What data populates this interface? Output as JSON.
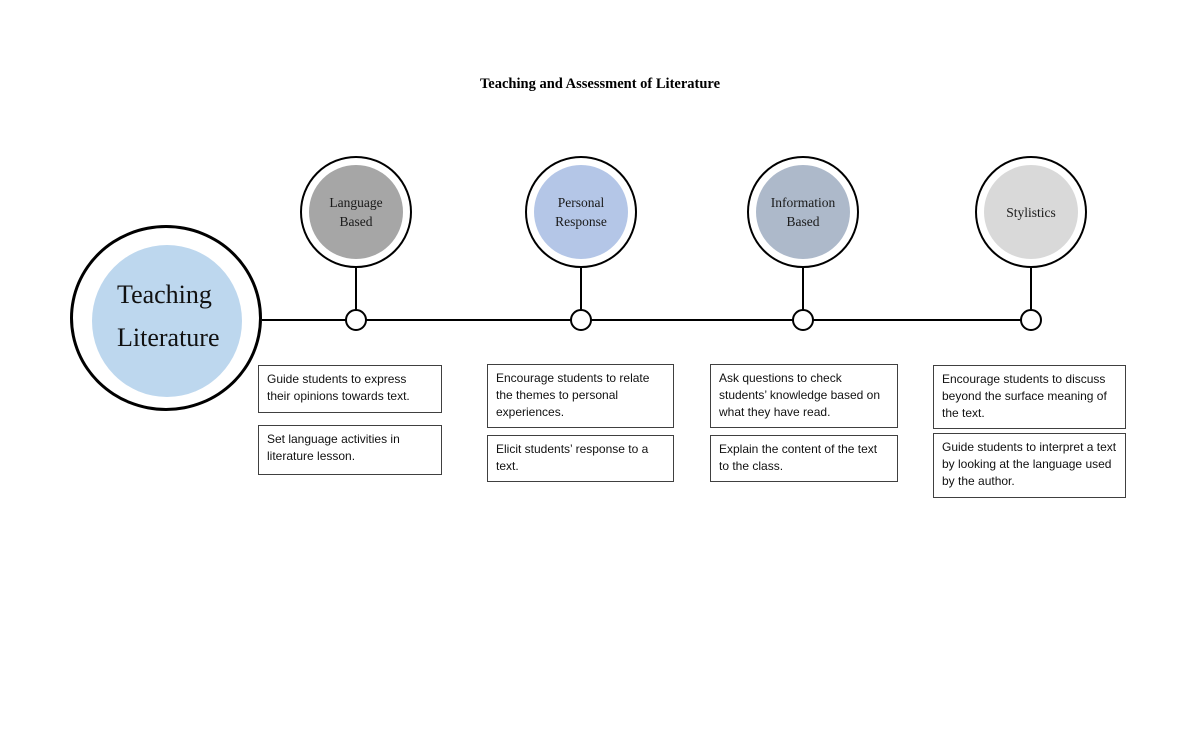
{
  "title": "Teaching and Assessment of Literature",
  "root": {
    "label": "Teaching Literature",
    "fill": "#bdd7ee"
  },
  "branches": [
    {
      "label": "Language Based",
      "fill": "#a6a6a6",
      "notes": [
        "Guide students to express their opinions towards text.",
        "Set language activities in literature lesson."
      ]
    },
    {
      "label": "Personal Response",
      "fill": "#b4c6e7",
      "notes": [
        "Encourage students to relate the themes to personal experiences.",
        "Elicit students’ response to a text."
      ]
    },
    {
      "label": "Information Based",
      "fill": "#adb9ca",
      "notes": [
        "Ask questions to check students’ knowledge based on what they have read.",
        "Explain the content of the text to the class."
      ]
    },
    {
      "label": "Stylistics",
      "fill": "#d9d9d9",
      "notes": [
        "Encourage students to discuss beyond the surface meaning of the text.",
        "Guide students to interpret a text by looking at the language used by the author."
      ]
    }
  ],
  "colors": {
    "line": "#000000",
    "box_border": "#404040"
  }
}
